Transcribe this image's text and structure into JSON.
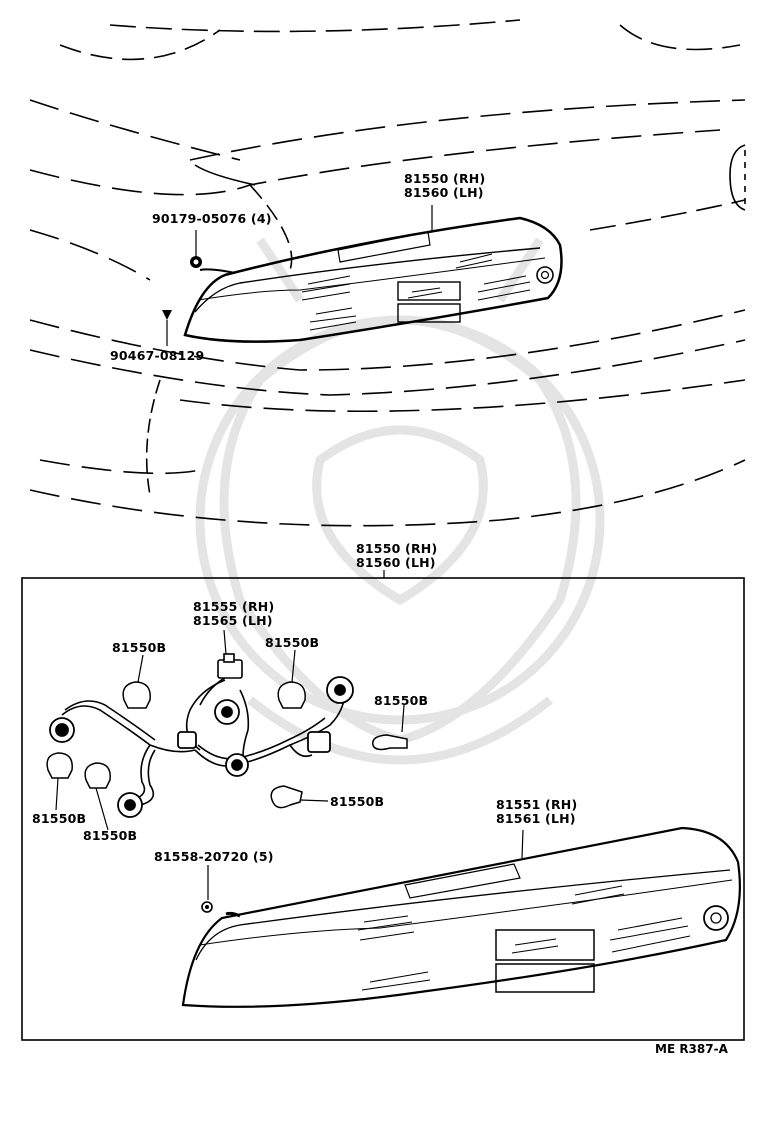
{
  "labels": {
    "top_lamp": {
      "line1": "81550 (RH)",
      "line2": "81560 (LH)"
    },
    "screw": "90179-05076 (4)",
    "clip": "90467-08129",
    "box_header": {
      "line1": "81550 (RH)",
      "line2": "81560 (LH)"
    },
    "socket": {
      "line1": "81555 (RH)",
      "line2": "81565 (LH)"
    },
    "bulb_1": "81550B",
    "bulb_2": "81550B",
    "bulb_3": "81550B",
    "bulb_4": "81550B",
    "bulb_5": "81550B",
    "bulb_6": "81550B",
    "lens": {
      "line1": "81551 (RH)",
      "line2": "81561 (LH)"
    },
    "gasket": "81558-20720 (5)"
  },
  "ref_code": "ME  R387-A",
  "colors": {
    "ink": "#000000",
    "paper": "#ffffff",
    "watermark": "#e6e6e6"
  }
}
